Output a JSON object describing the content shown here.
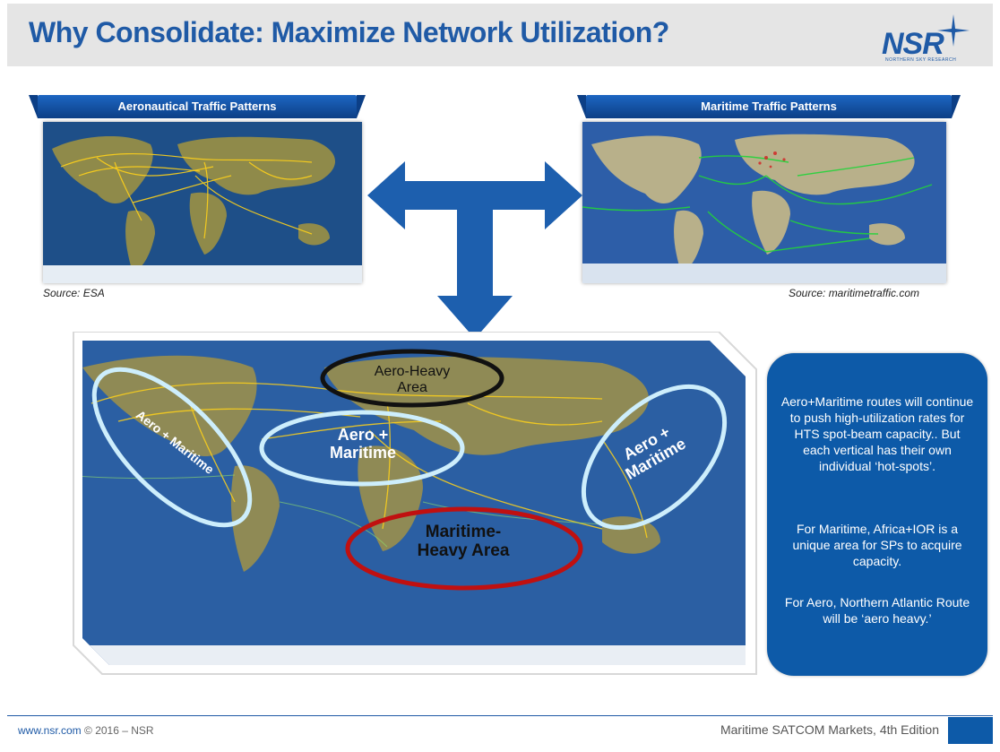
{
  "header": {
    "title": "Why Consolidate: Maximize Network Utilization?",
    "logo_text": "NSR",
    "logo_tagline": "NORTHERN SKY RESEARCH",
    "accent_color": "#1f5aa6"
  },
  "panels": {
    "aero": {
      "title": "Aeronautical Traffic Patterns",
      "source": "Source: ESA",
      "route_color": "#ffd21a"
    },
    "maritime": {
      "title": "Maritime Traffic Patterns",
      "source": "Source: maritimetraffic.com",
      "route_color": "#22d43a"
    }
  },
  "icons": [
    "arrow-left-icon",
    "arrow-right-icon",
    "arrow-down-icon",
    "logo-star-icon"
  ],
  "combined_map": {
    "regions": [
      {
        "label_line1": "Aero-Heavy",
        "label_line2": "Area",
        "ring_color": "#111111"
      },
      {
        "label": "Aero + Maritime",
        "ring_color": "#cdeefc"
      },
      {
        "label_line1": "Aero +",
        "label_line2": "Maritime",
        "ring_color": "#cdeefc"
      },
      {
        "label_line1": "Aero +",
        "label_line2": "Maritime",
        "ring_color": "#cdeefc"
      },
      {
        "label_line1": "Maritime-",
        "label_line2": "Heavy Area",
        "ring_color": "#c01010"
      }
    ]
  },
  "info_box": {
    "paragraphs": [
      "Aero+Maritime routes will continue to push high-utilization rates for HTS spot-beam capacity.. But each vertical has their own individual ‘hot-spots’.",
      "For Maritime, Africa+IOR is a unique area for SPs to acquire capacity.",
      "For Aero, Northern Atlantic Route will be ‘aero heavy.’"
    ],
    "background_color": "#0d5aa8"
  },
  "footer": {
    "url": "www.nsr.com",
    "copyright": " © 2016 – NSR",
    "edition": "Maritime SATCOM Markets, 4th Edition"
  }
}
